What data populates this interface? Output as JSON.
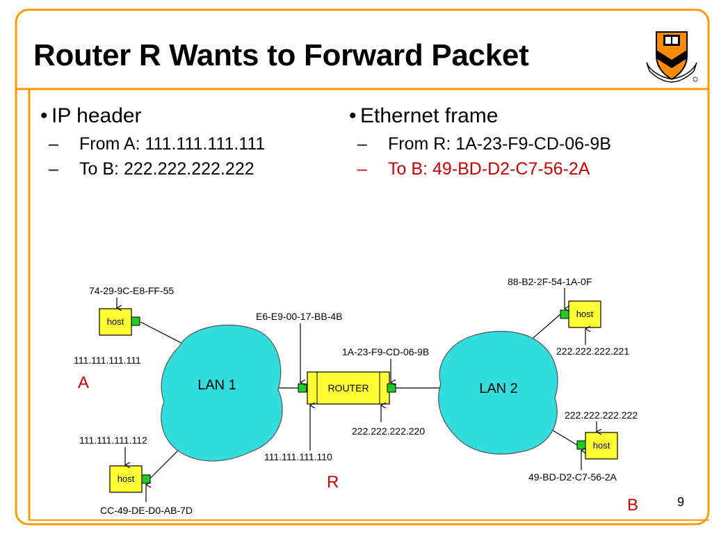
{
  "slide": {
    "title": "Router R Wants to Forward Packet",
    "left_column": {
      "heading": "IP header",
      "items": [
        {
          "label": "From A:",
          "value": "111.111.111.111"
        },
        {
          "label": "To B:",
          "value": "222.222.222.222"
        }
      ]
    },
    "right_column": {
      "heading": "Ethernet frame",
      "items": [
        {
          "label": "From R:",
          "value": "1A-23-F9-CD-06-9B",
          "highlight": false
        },
        {
          "label": "To B:",
          "value": "49-BD-D2-C7-56-2A",
          "highlight": true
        }
      ]
    },
    "page_number": "9",
    "colors": {
      "frame": "#ff9900",
      "highlight": "#cc0000",
      "lan": "#33dddd",
      "host": "#ffff33",
      "nic": "#22cc22"
    }
  },
  "diagram": {
    "lans": [
      "LAN 1",
      "LAN 2"
    ],
    "router_label": "ROUTER",
    "host_label": "host",
    "node_labels": {
      "A": "A",
      "R": "R",
      "B": "B"
    },
    "addresses": {
      "host_a_mac": "74-29-9C-E8-FF-55",
      "host_a_ip": "111.111.111.111",
      "host_lower_left_ip": "111.111.111.112",
      "host_lower_left_mac": "CC-49-DE-D0-AB-7D",
      "router_left_mac": "E6-E9-00-17-BB-4B",
      "router_left_ip": "111.111.111.110",
      "router_right_mac": "1A-23-F9-CD-06-9B",
      "router_right_ip": "222.222.222.220",
      "host_upper_right_mac": "88-B2-2F-54-1A-0F",
      "host_upper_right_ip": "222.222.222.221",
      "host_b_ip": "222.222.222.222",
      "host_b_mac": "49-BD-D2-C7-56-2A"
    }
  }
}
